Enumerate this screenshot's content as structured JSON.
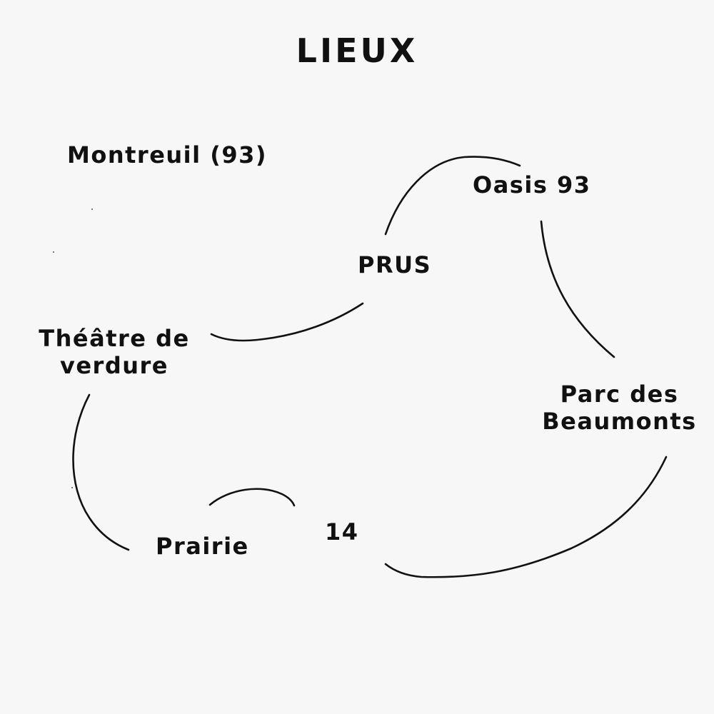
{
  "title": "LIEUX",
  "places": {
    "montreuil": "Montreuil (93)",
    "oasis": "Oasis 93",
    "prus": "PRUS",
    "theatre_line1": "Théâtre de",
    "theatre_line2": "verdure",
    "parc_line1": "Parc des",
    "parc_line2": "Beaumonts",
    "prairie": "Prairie",
    "fourteen": "14"
  },
  "colors": {
    "background": "#f7f7f7",
    "ink": "#111111"
  }
}
